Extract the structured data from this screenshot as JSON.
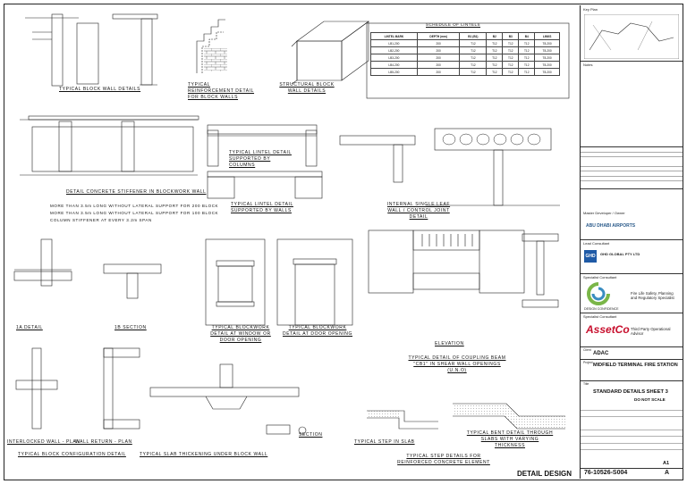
{
  "captions": {
    "typical_block_wall": "TYPICAL BLOCK WALL DETAILS",
    "reinforcement": "TYPICAL REINFORCEMENT DETAIL FOR BLOCK WALLS",
    "structural_block_wall": "STRUCTURAL BLOCK WALL DETAILS",
    "schedule_title": "SCHEDULE OF LINTELS",
    "concrete_stiffener": "DETAIL CONCRETE STIFFENER IN BLOCKWORK WALL",
    "stiffener_note_1": "MORE THAN 3.5m LONG WITHOUT LATERAL SUPPORT FOR 200 BLOCK",
    "stiffener_note_2": "MORE THAN 3.5m LONG WITHOUT LATERAL SUPPORT FOR 100 BLOCK",
    "stiffener_note_3": "COLUMN STIFFENER AT EVERY 3.2m SPAN",
    "lintel_columns": "TYPICAL LINTEL DETAIL SUPPORTED BY COLUMNS",
    "lintel_walls": "TYPICAL LINTEL DETAIL SUPPORTED BY WALLS",
    "internal_single_leaf": "INTERNAL SINGLE LEAF WALL / CONTROL JOINT DETAIL",
    "blockwork_window": "TYPICAL BLOCKWORK DETAIL AT WINDOW OR DOOR OPENING",
    "blockwork_door": "TYPICAL BLOCKWORK DETAIL AT DOOR OPENING",
    "coupling_beam": "TYPICAL DETAIL OF COUPLING BEAM \"CB1\" IN SHEAR WALL OPENINGS (U.N.O)",
    "elevation": "ELEVATION",
    "detail_1a": "1A DETAIL",
    "section_1b": "1B SECTION",
    "interlocked_wall": "INTERLOCKED WALL - PLAN",
    "wall_return": "WALL RETURN - PLAN",
    "block_config": "TYPICAL BLOCK CONFIGURATION DETAIL",
    "slab_thickening": "TYPICAL SLAB THICKENING UNDER BLOCK WALL",
    "section_a": "SECTION",
    "step_in_slab": "TYPICAL STEP IN SLAB",
    "bent_detail": "TYPICAL BENT DETAIL THROUGH SLABS WITH VARYING THICKNESS",
    "step_details": "TYPICAL STEP DETAILS FOR REINFORCED CONCRETE ELEMENT",
    "sheet_label": "DETAIL DESIGN"
  },
  "schedule": {
    "headers": [
      "LINTEL MARK",
      "DEPTH (mm)",
      "B1 (B1)",
      "B2",
      "B3",
      "B4",
      "LINKS"
    ],
    "rows": [
      [
        "LB1-200",
        "200",
        "T12",
        "T12",
        "T12",
        "T12",
        "T8-200"
      ],
      [
        "LB2-200",
        "200",
        "T12",
        "T12",
        "T12",
        "T12",
        "T8-200"
      ],
      [
        "LB3-200",
        "200",
        "T12",
        "T12",
        "T12",
        "T12",
        "T8-200"
      ],
      [
        "LB4-200",
        "200",
        "T12",
        "T12",
        "T12",
        "T12",
        "T8-200"
      ],
      [
        "LB5-200",
        "200",
        "T12",
        "T12",
        "T12",
        "T12",
        "T8-200"
      ]
    ]
  },
  "title_block": {
    "key_plan": "Key Plan",
    "notes": "Notes",
    "master_developer": "Master Developer / Owner",
    "client_logo": "ABU DHABI AIRPORTS",
    "lead_consultant": "Lead Consultant",
    "ghd_name": "GHD GLOBAL PTY LTD",
    "specialist_consultant_1": "Specialist Consultant",
    "design_confidence": "DESIGN CONFIDENCE",
    "dc_services": "Fire Life Safety, Planning and Regulatory Specialist",
    "specialist_consultant_2": "Specialist Consultant",
    "assetco": "AssetCo",
    "assetco_services": "Third Party Operational Advisor",
    "client_label": "Client",
    "client": "ADAC",
    "project_label": "Project",
    "project": "MIDFIELD TERMINAL FIRE STATION",
    "title_label": "Title",
    "title": "STANDARD DETAILS SHEET 3",
    "do_not_scale": "DO NOT SCALE",
    "size": "A1",
    "drawing_no": "76-10526-S004",
    "revision": "A"
  }
}
